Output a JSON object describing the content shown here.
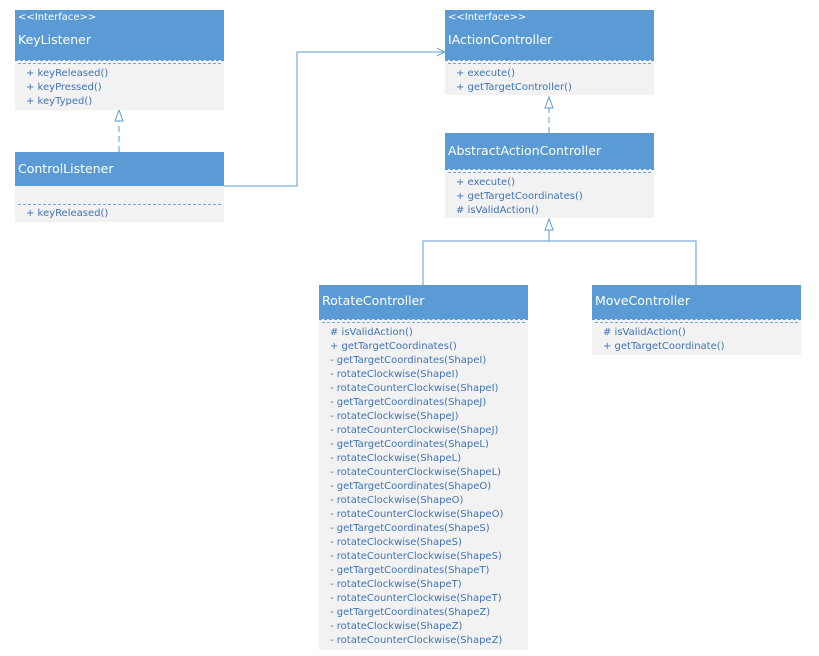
{
  "colors": {
    "header": "#5b9bd5",
    "body": "#f2f2f2",
    "method_text": "#3f74b5",
    "line": "#5b9bd5"
  },
  "classes": {
    "key_listener": {
      "stereotype": "<<Interface>>",
      "name": "KeyListener",
      "methods": [
        "+ keyReleased()",
        "+ keyPressed()",
        "+ keyTyped()"
      ]
    },
    "control_listener": {
      "stereotype": "",
      "name": "ControlListener",
      "methods": [
        "+ keyReleased()"
      ]
    },
    "iaction_controller": {
      "stereotype": "<<Interface>>",
      "name": "IActionController",
      "methods": [
        "+ execute()",
        "+ getTargetController()"
      ]
    },
    "abstract_action_controller": {
      "stereotype": "",
      "name": "AbstractActionController",
      "methods": [
        "+ execute()",
        "+ getTargetCoordinates()",
        "# isValidAction()"
      ]
    },
    "rotate_controller": {
      "stereotype": "",
      "name": "RotateController",
      "methods": [
        "# isValidAction()",
        "+ getTargetCoordinates()",
        "- getTargetCoordinates(ShapeI)",
        "- rotateClockwise(ShapeI)",
        "- rotateCounterClockwise(ShapeI)",
        "- getTargetCoordinates(ShapeJ)",
        "- rotateClockwise(ShapeJ)",
        "- rotateCounterClockwise(ShapeJ)",
        "- getTargetCoordinates(ShapeL)",
        "- rotateClockwise(ShapeL)",
        "- rotateCounterClockwise(ShapeL)",
        "- getTargetCoordinates(ShapeO)",
        "- rotateClockwise(ShapeO)",
        "- rotateCounterClockwise(ShapeO)",
        "- getTargetCoordinates(ShapeS)",
        "- rotateClockwise(ShapeS)",
        "- rotateCounterClockwise(ShapeS)",
        "- getTargetCoordinates(ShapeT)",
        "- rotateClockwise(ShapeT)",
        "- rotateCounterClockwise(ShapeT)",
        "- getTargetCoordinates(ShapeZ)",
        "- rotateClockwise(ShapeZ)",
        "- rotateCounterClockwise(ShapeZ)"
      ]
    },
    "move_controller": {
      "stereotype": "",
      "name": "MoveController",
      "methods": [
        "# isValidAction()",
        "+ getTargetCoordinate()"
      ]
    }
  },
  "relations": [
    {
      "from": "control_listener",
      "to": "key_listener",
      "kind": "realization"
    },
    {
      "from": "control_listener",
      "to": "iaction_controller",
      "kind": "association"
    },
    {
      "from": "abstract_action_controller",
      "to": "iaction_controller",
      "kind": "realization"
    },
    {
      "from": "rotate_controller",
      "to": "abstract_action_controller",
      "kind": "generalization"
    },
    {
      "from": "move_controller",
      "to": "abstract_action_controller",
      "kind": "generalization"
    }
  ]
}
